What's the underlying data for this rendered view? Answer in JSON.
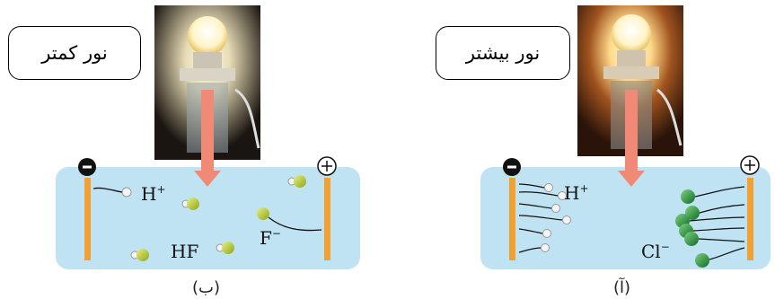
{
  "left_panel": {
    "label": "نور کمتر",
    "caption": "(ب)",
    "cation_label": "H",
    "cation_charge": "+",
    "molecule_label": "HF",
    "anion_label": "F",
    "anion_charge": "−",
    "neg_electrode": "−",
    "pos_electrode": "+"
  },
  "right_panel": {
    "label": "نور بیشتر",
    "caption": "(آ)",
    "cation_label": "H",
    "cation_charge": "+",
    "anion_label": "Cl",
    "anion_charge": "−",
    "neg_electrode": "−",
    "pos_electrode": "+"
  },
  "colors": {
    "solution": "#bfe3f3",
    "electrode": "#f2a031",
    "arrow": "#f08a76",
    "anion_left": "#b9cc3c",
    "anion_right": "#1f8f3a"
  }
}
